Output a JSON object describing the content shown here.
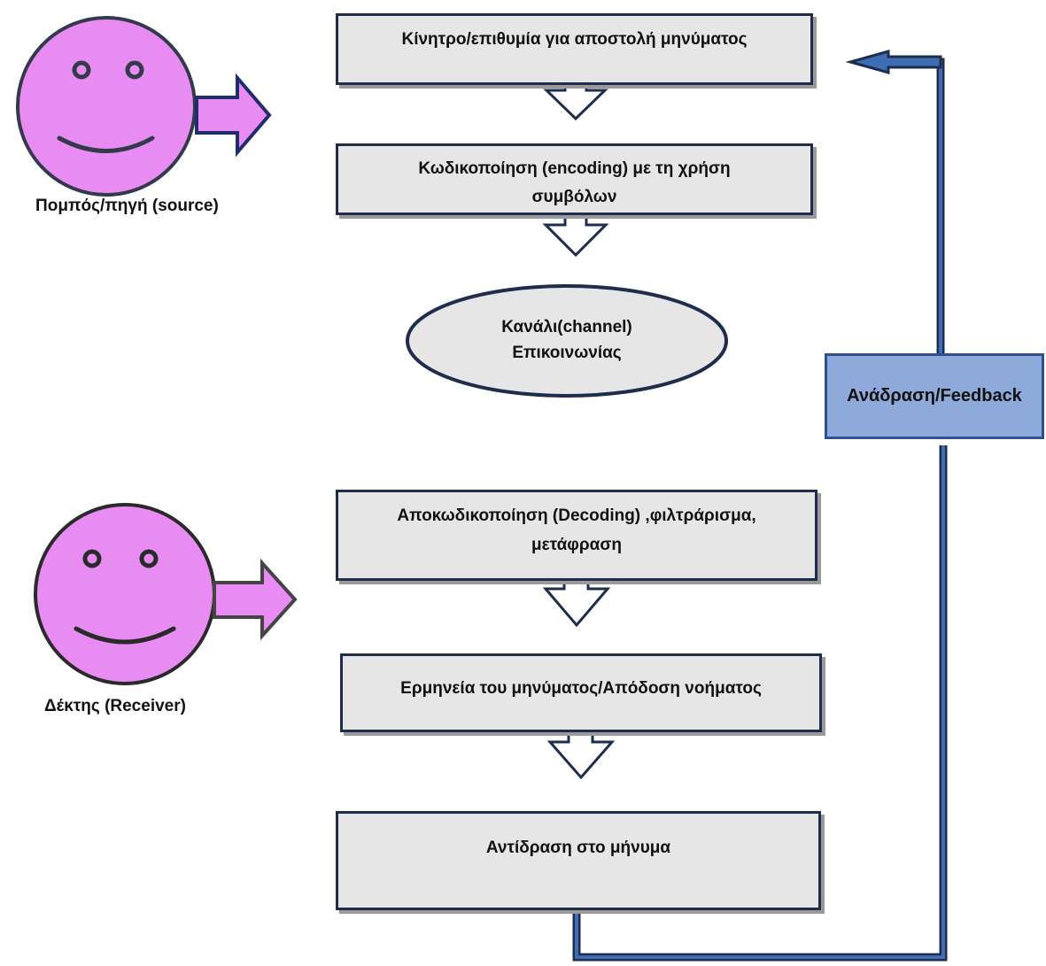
{
  "source": {
    "label": "Πομπός/πηγή (source)"
  },
  "receiver": {
    "label": "Δέκτης (Receiver)"
  },
  "steps": {
    "motive": "Κίνητρο/επιθυμία για αποστολή μηνύματος",
    "encoding_line1": "Κωδικοποίηση (encoding) με τη χρήση",
    "encoding_line2": "συμβόλων",
    "channel_line1": "Κανάλι(channel)",
    "channel_line2": "Επικοινωνίας",
    "decoding_line1": "Αποκωδικοποίηση (Decoding) ,φιλτράρισμα,",
    "decoding_line2": "μετάφραση",
    "interpretation": "Ερμηνεία του μηνύματος/Απόδοση νοήματος",
    "reaction": "Αντίδραση στο μήνυμα"
  },
  "feedback": {
    "label": "Ανάδραση/Feedback"
  },
  "colors": {
    "face": "#e88cf4",
    "box_fill": "#e6e6e6",
    "feedback_fill": "#8eaadb",
    "feedback_line": "#2f5597",
    "outline": "#1f2d4d"
  }
}
